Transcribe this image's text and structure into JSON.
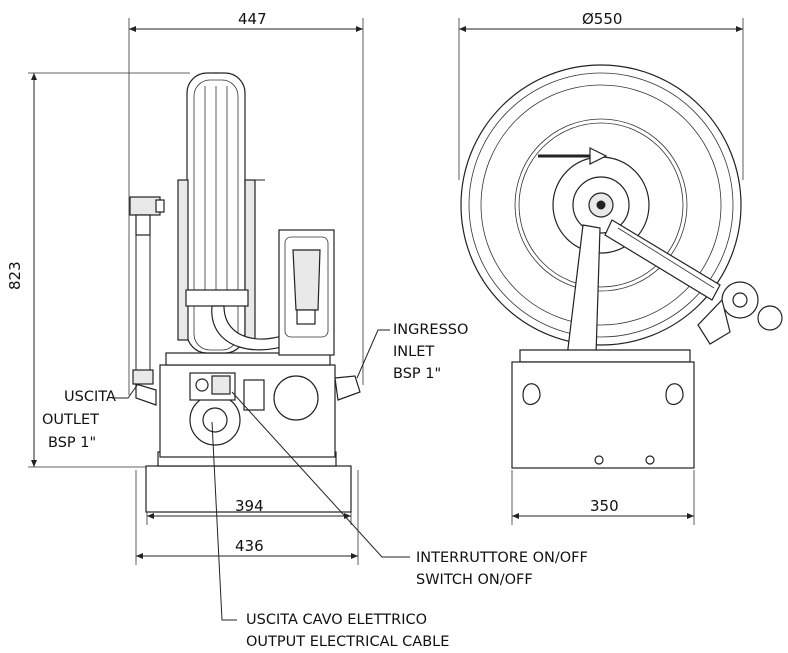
{
  "dimensions": {
    "side_total_width": "447",
    "height": "823",
    "base_inner_width": "394",
    "base_outer_width": "436",
    "front_diameter": "Ø550",
    "front_base_width": "350"
  },
  "labels": {
    "outlet": [
      "USCITA",
      "OUTLET",
      "BSP 1\""
    ],
    "inlet": [
      "INGRESSO",
      "INLET",
      "BSP 1\""
    ],
    "switch": [
      "INTERRUTTORE ON/OFF",
      "SWITCH ON/OFF"
    ],
    "cable": [
      "USCITA CAVO ELETTRICO",
      "OUTPUT ELECTRICAL CABLE"
    ]
  },
  "colors": {
    "line": "#222222",
    "fill_light": "#e9e9e9",
    "background": "#ffffff"
  }
}
